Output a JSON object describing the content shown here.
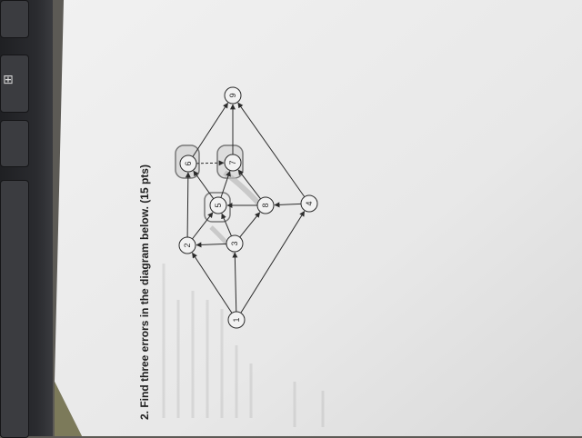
{
  "question": {
    "title": "2. Find three errors in the diagram below. (15 pts)"
  },
  "graph": {
    "nodes": [
      {
        "id": "1",
        "label": "1"
      },
      {
        "id": "2",
        "label": "2"
      },
      {
        "id": "3",
        "label": "3"
      },
      {
        "id": "4",
        "label": "4"
      },
      {
        "id": "5",
        "label": "5"
      },
      {
        "id": "6",
        "label": "6"
      },
      {
        "id": "7",
        "label": "7"
      },
      {
        "id": "8",
        "label": "8"
      },
      {
        "id": "9",
        "label": "9"
      }
    ],
    "edges": [
      {
        "from": "1",
        "to": "2"
      },
      {
        "from": "1",
        "to": "3"
      },
      {
        "from": "1",
        "to": "4"
      },
      {
        "from": "3",
        "to": "2"
      },
      {
        "from": "2",
        "to": "5"
      },
      {
        "from": "2",
        "to": "6"
      },
      {
        "from": "3",
        "to": "5"
      },
      {
        "from": "3",
        "to": "8"
      },
      {
        "from": "4",
        "to": "8"
      },
      {
        "from": "4",
        "to": "9"
      },
      {
        "from": "5",
        "to": "6"
      },
      {
        "from": "5",
        "to": "7"
      },
      {
        "from": "8",
        "to": "5"
      },
      {
        "from": "8",
        "to": "7"
      },
      {
        "from": "6",
        "to": "7",
        "style": "dashed"
      },
      {
        "from": "6",
        "to": "9"
      },
      {
        "from": "7",
        "to": "9"
      }
    ]
  },
  "colors": {
    "paper": "#e9e9e9",
    "ink": "#2b2b2b",
    "node_fill": "#f2f2f2",
    "highlight": "#c7c7c7"
  }
}
